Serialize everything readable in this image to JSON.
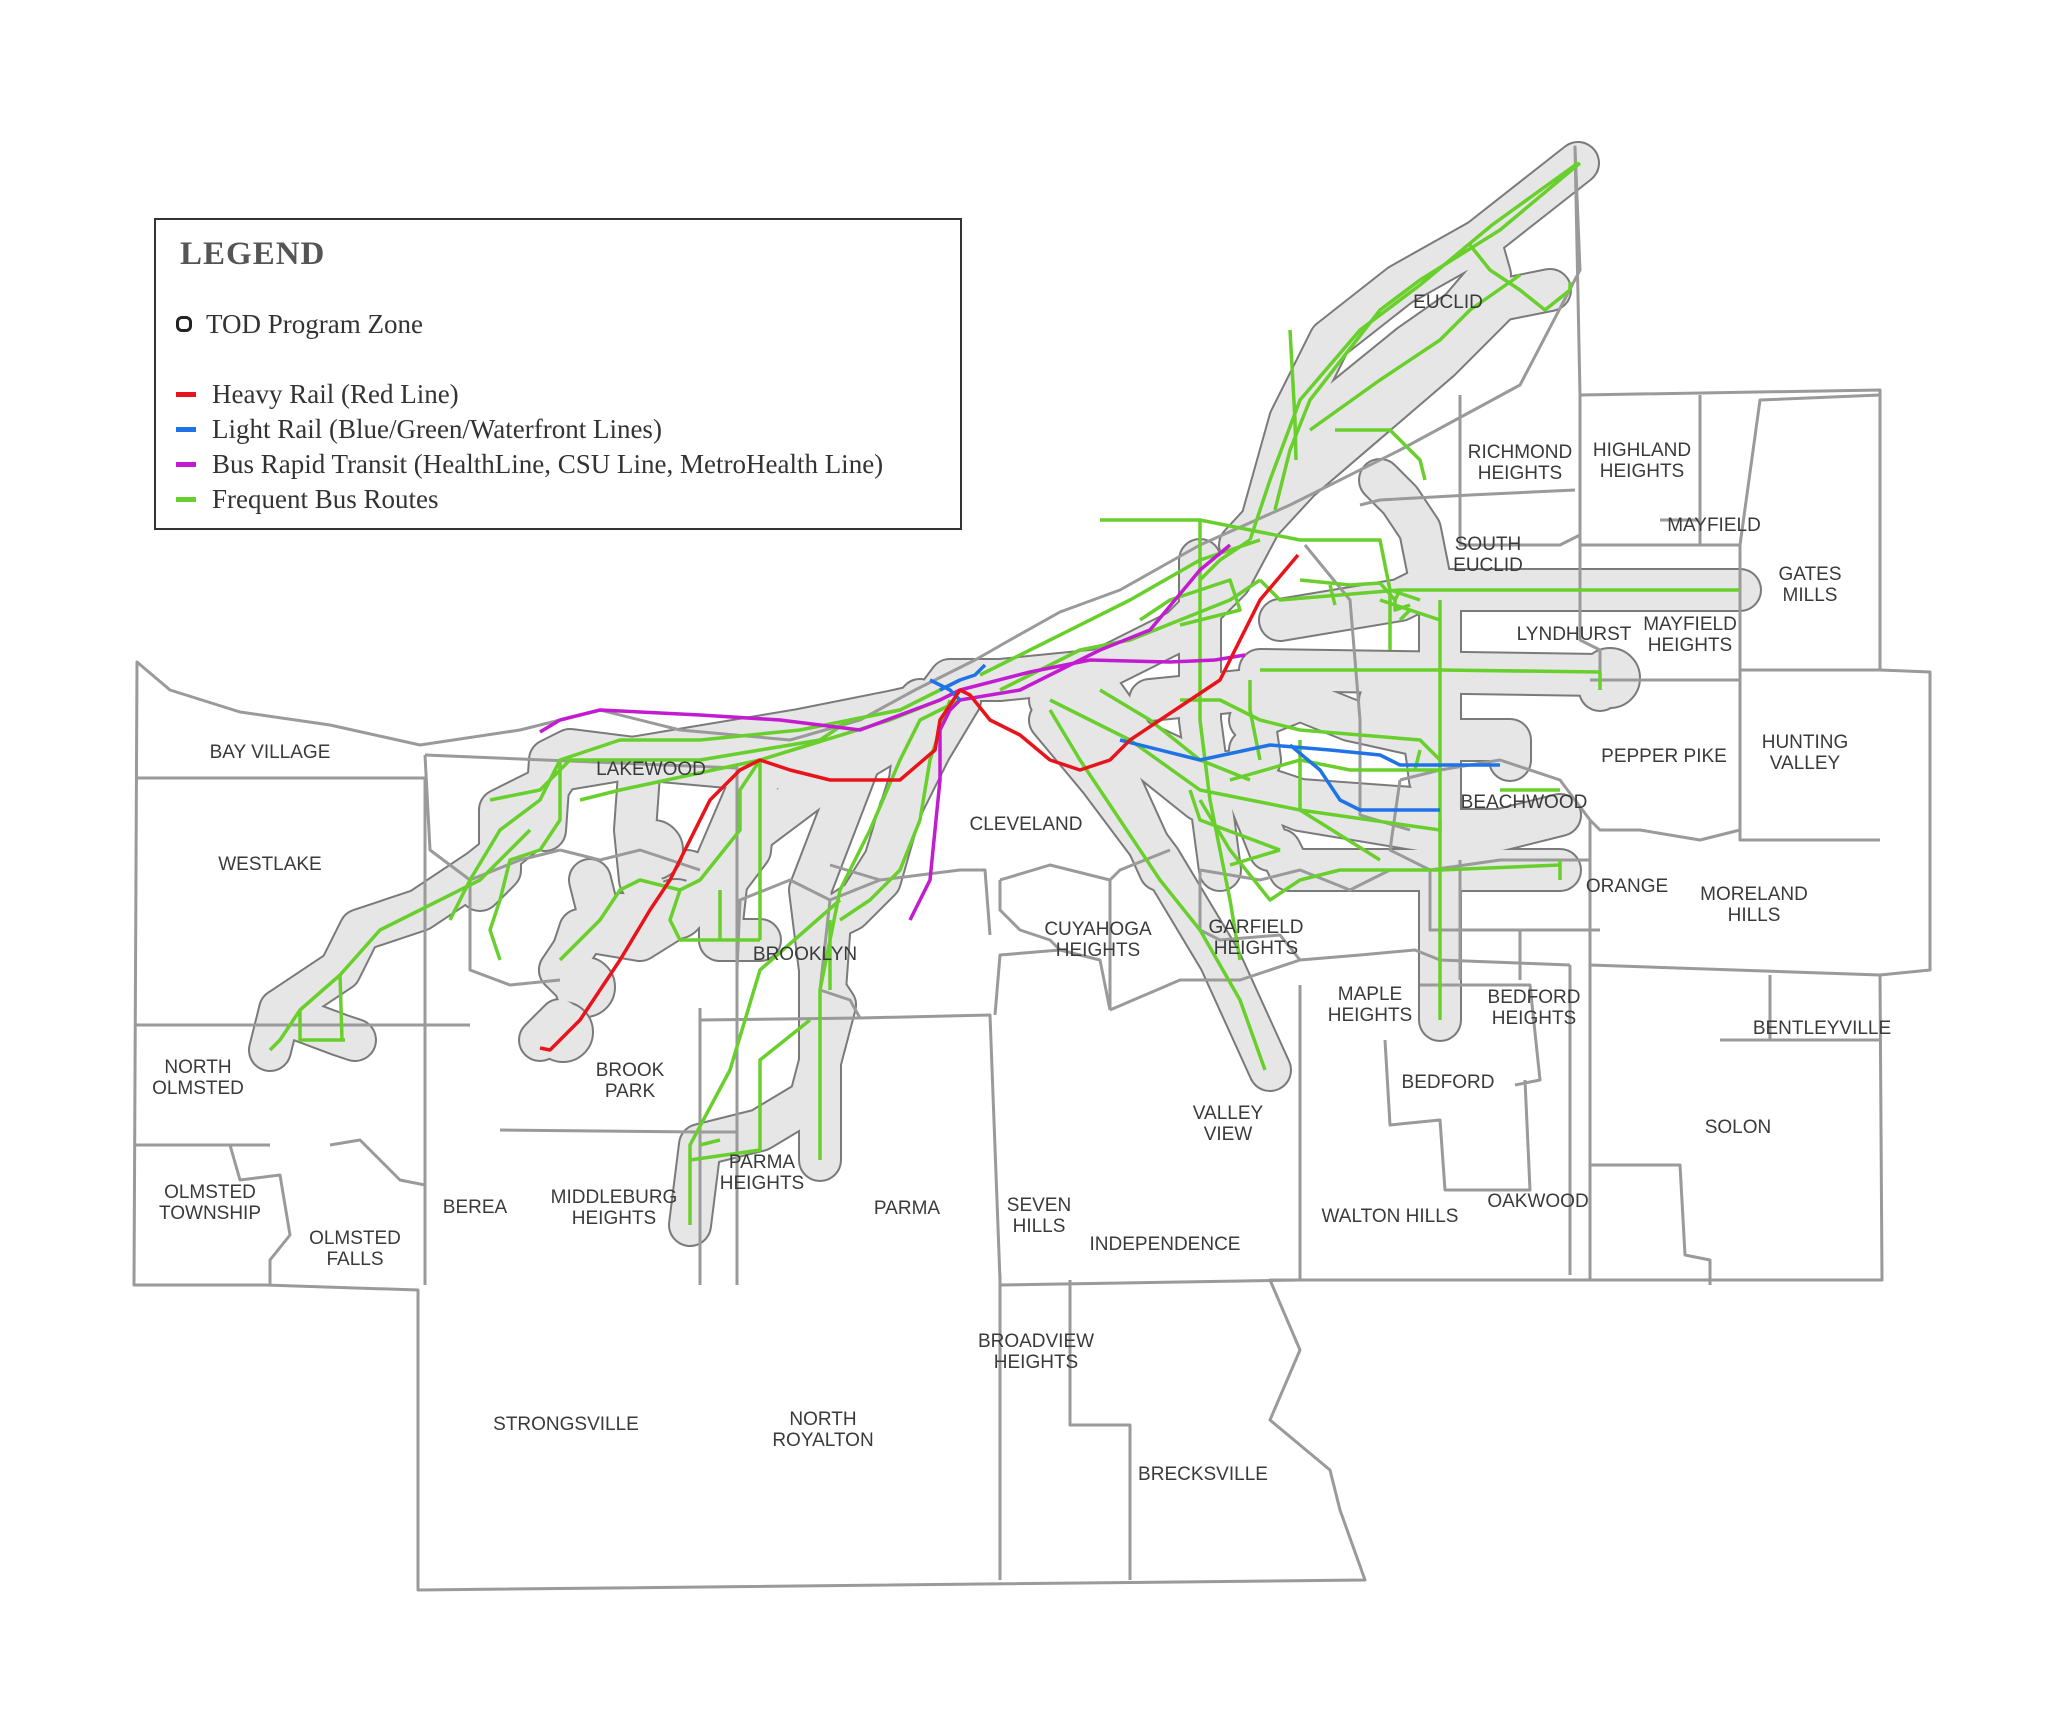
{
  "colors": {
    "heavy_rail": "#e8141b",
    "light_rail": "#1f73e6",
    "brt": "#c21bd1",
    "frequent_bus": "#69cf2c",
    "tod_zone_fill": "#e6e6e6",
    "tod_zone_stroke": "#7a7a7a",
    "boundary": "#9a9a9a"
  },
  "legend": {
    "title": "LEGEND",
    "items": [
      {
        "label": "TOD Program Zone",
        "swatch": "zone"
      },
      {
        "label": "Heavy Rail (Red Line)",
        "swatch": "heavy_rail"
      },
      {
        "label": "Light Rail (Blue/Green/Waterfront Lines)",
        "swatch": "light_rail"
      },
      {
        "label": "Bus Rapid Transit (HealthLine, CSU Line, MetroHealth Line)",
        "swatch": "brt"
      },
      {
        "label": "Frequent Bus Routes",
        "swatch": "frequent_bus"
      }
    ]
  },
  "municipalities": {
    "euclid": [
      "EUCLID"
    ],
    "richmond_heights": [
      "RICHMOND",
      "HEIGHTS"
    ],
    "highland_heights": [
      "HIGHLAND",
      "HEIGHTS"
    ],
    "mayfield": [
      "MAYFIELD"
    ],
    "south_euclid": [
      "SOUTH",
      "EUCLID"
    ],
    "gates_mills": [
      "GATES",
      "MILLS"
    ],
    "lyndhurst": [
      "LYNDHURST"
    ],
    "mayfield_heights": [
      "MAYFIELD",
      "HEIGHTS"
    ],
    "bay_village": [
      "BAY VILLAGE"
    ],
    "lakewood": [
      "LAKEWOOD"
    ],
    "westlake": [
      "WESTLAKE"
    ],
    "cleveland": [
      "CLEVELAND"
    ],
    "pepper_pike": [
      "PEPPER PIKE"
    ],
    "hunting_valley": [
      "HUNTING",
      "VALLEY"
    ],
    "beachwood": [
      "BEACHWOOD"
    ],
    "orange": [
      "ORANGE"
    ],
    "moreland_hills": [
      "MORELAND",
      "HILLS"
    ],
    "cuyahoga_heights": [
      "CUYAHOGA",
      "HEIGHTS"
    ],
    "garfield_heights": [
      "GARFIELD",
      "HEIGHTS"
    ],
    "brooklyn": [
      "BROOKLYN"
    ],
    "maple_heights": [
      "MAPLE",
      "HEIGHTS"
    ],
    "bedford_heights": [
      "BEDFORD",
      "HEIGHTS"
    ],
    "bentleyville": [
      "BENTLEYVILLE"
    ],
    "north_olmsted": [
      "NORTH",
      "OLMSTED"
    ],
    "brook_park": [
      "BROOK",
      "PARK"
    ],
    "bedford": [
      "BEDFORD"
    ],
    "valley_view": [
      "VALLEY",
      "VIEW"
    ],
    "solon": [
      "SOLON"
    ],
    "parma_heights": [
      "PARMA",
      "HEIGHTS"
    ],
    "olmsted_township": [
      "OLMSTED",
      "TOWNSHIP"
    ],
    "berea": [
      "BEREA"
    ],
    "middleburg_heights": [
      "MIDDLEBURG",
      "HEIGHTS"
    ],
    "parma": [
      "PARMA"
    ],
    "seven_hills": [
      "SEVEN",
      "HILLS"
    ],
    "walton_hills": [
      "WALTON HILLS"
    ],
    "oakwood": [
      "OAKWOOD"
    ],
    "olmsted_falls": [
      "OLMSTED",
      "FALLS"
    ],
    "independence": [
      "INDEPENDENCE"
    ],
    "broadview_heights": [
      "BROADVIEW",
      "HEIGHTS"
    ],
    "strongsville": [
      "STRONGSVILLE"
    ],
    "north_royalton": [
      "NORTH",
      "ROYALTON"
    ],
    "brecksville": [
      "BRECKSVILLE"
    ]
  }
}
